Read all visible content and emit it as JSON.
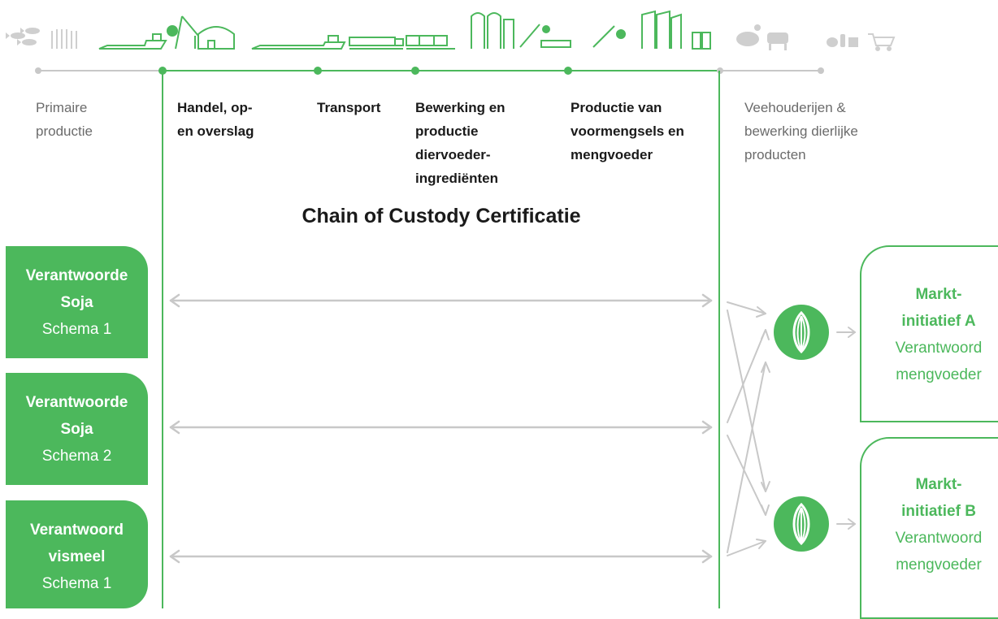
{
  "stages": [
    {
      "lines": [
        "Primaire",
        "productie"
      ],
      "type": "outer"
    },
    {
      "lines": [
        "Handel, op-",
        "en overslag"
      ],
      "type": "inner"
    },
    {
      "lines": [
        "Transport"
      ],
      "type": "inner"
    },
    {
      "lines": [
        "Bewerking en",
        "productie",
        "diervoeder-",
        "ingrediënten"
      ],
      "type": "inner"
    },
    {
      "lines": [
        "Productie van",
        "voormengsels en",
        "mengvoeder"
      ],
      "type": "inner"
    },
    {
      "lines": [
        "Veehouderijen &",
        "bewerking dierlijke",
        "producten"
      ],
      "type": "outer"
    }
  ],
  "title": "Chain of Custody Certificatie",
  "schemes": [
    {
      "name_lines": [
        "Verantwoorde",
        "Soja"
      ],
      "scheme": "Schema 1"
    },
    {
      "name_lines": [
        "Verantwoorde",
        "Soja"
      ],
      "scheme": "Schema 2"
    },
    {
      "name_lines": [
        "Verantwoord",
        "vismeel"
      ],
      "scheme": "Schema 1"
    }
  ],
  "markets": [
    {
      "name_lines": [
        "Markt-",
        "initiatief A"
      ],
      "desc_lines": [
        "Verantwoord",
        "mengvoeder"
      ]
    },
    {
      "name_lines": [
        "Markt-",
        "initiatief B"
      ],
      "desc_lines": [
        "Verantwoord",
        "mengvoeder"
      ]
    }
  ],
  "icons": [
    "fish-icon",
    "wheat-icon",
    "ship-icon",
    "crane-icon",
    "warehouse-icon",
    "barge-icon",
    "truck-icon",
    "train-icon",
    "silo-icon",
    "conveyor-icon",
    "factory-icon",
    "pig-icon",
    "cow-icon",
    "food-products-icon",
    "cart-icon"
  ],
  "colors": {
    "accent": "#4cb85c",
    "grey": "#c8c8c8",
    "text_dark": "#1a1a1a",
    "text_grey": "#6b6b6b"
  }
}
